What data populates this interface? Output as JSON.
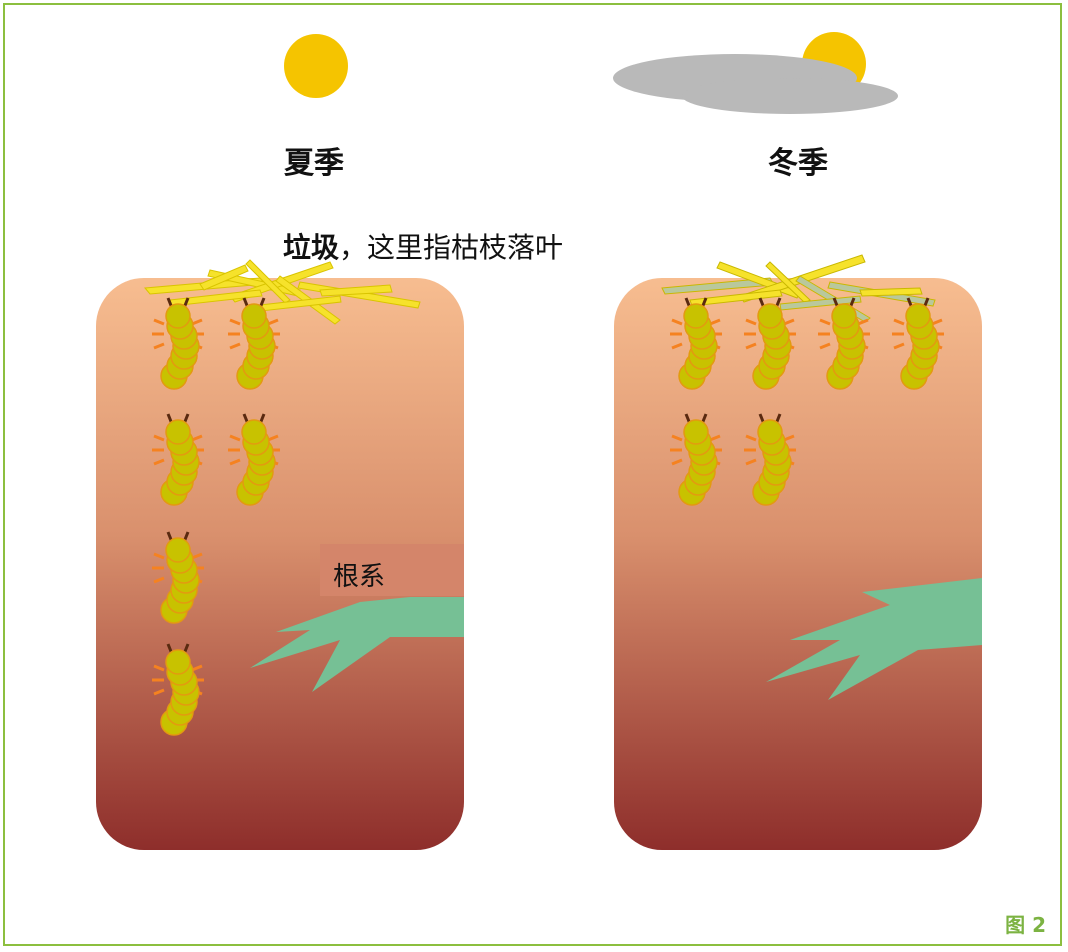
{
  "labels": {
    "summer": "夏季",
    "winter": "冬季",
    "litter_bold": "垃圾",
    "litter_rest": "，这里指枯枝落叶",
    "roots": "根系",
    "figure": "图 2"
  },
  "colors": {
    "frame": "#8cbf3f",
    "sun": "#f5c400",
    "cloud": "#b8b8b8",
    "soil_top": "#f6b88c",
    "soil_bottom": "#8e2f2b",
    "root": "#76c095",
    "termite_body": "#c9c400",
    "termite_leg": "#f58220",
    "litter": "#f7e32a",
    "dry_litter": "#b6c79a"
  },
  "panels": [
    {
      "name": "summer",
      "termite_count": 6,
      "weather": "sun"
    },
    {
      "name": "winter",
      "termite_count": 6,
      "weather": "sun-with-cloud"
    }
  ]
}
